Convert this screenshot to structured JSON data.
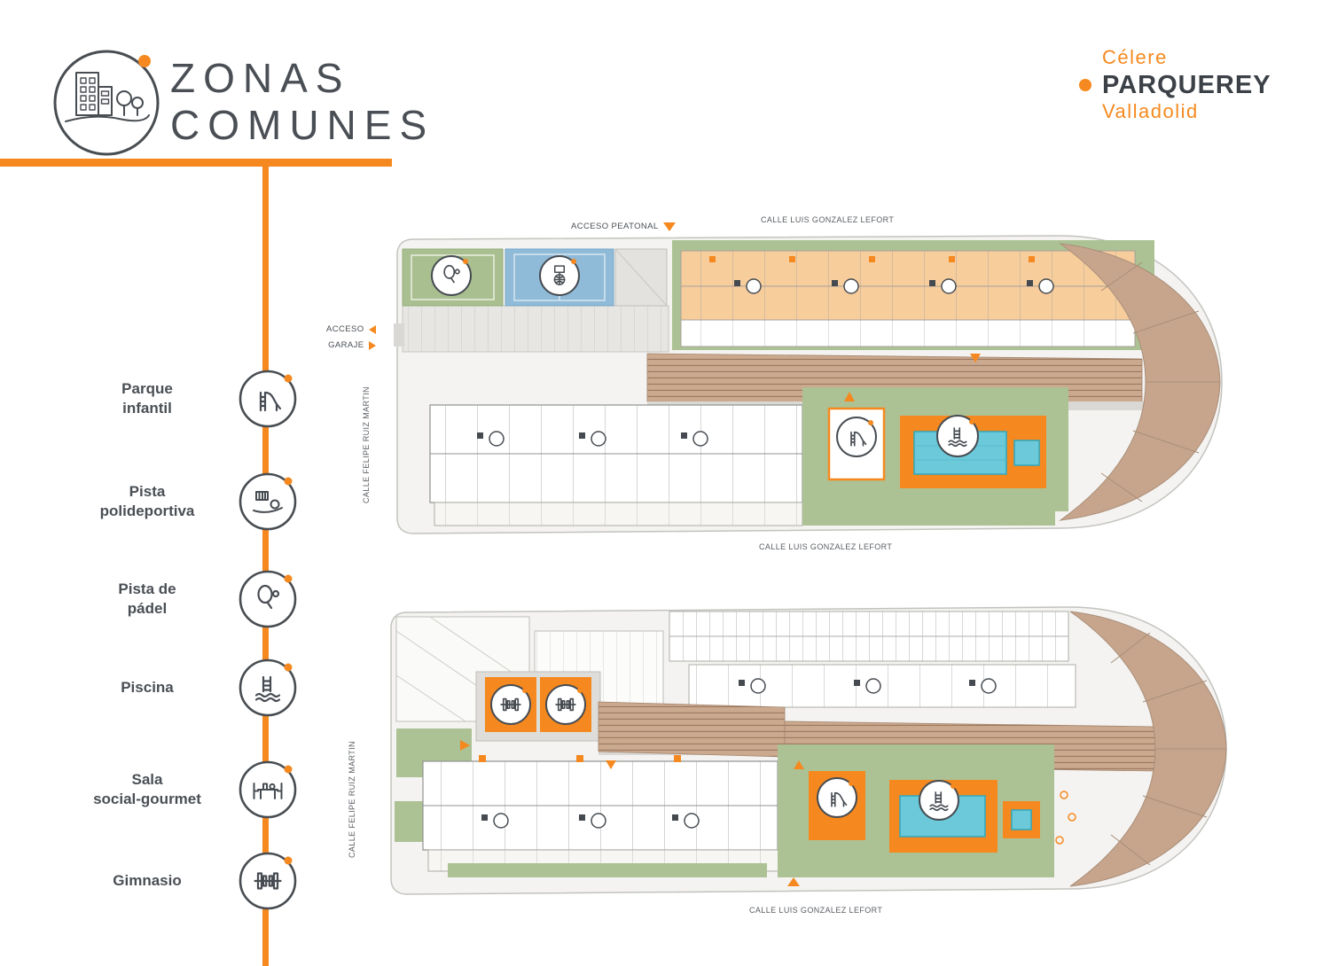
{
  "header": {
    "title_line1": "ZONAS",
    "title_line2": "COMUNES"
  },
  "brand": {
    "pre": "Célere",
    "name": "PARQUEREY",
    "city": "Valladolid"
  },
  "legend": {
    "items": [
      {
        "line1": "Parque",
        "line2": "infantil",
        "icon": "slide-icon"
      },
      {
        "line1": "Pista",
        "line2": "polideportiva",
        "icon": "sports-court-icon"
      },
      {
        "line1": "Pista de",
        "line2": "pádel",
        "icon": "padel-racket-icon"
      },
      {
        "line1": "Piscina",
        "line2": "",
        "icon": "pool-ladder-icon"
      },
      {
        "line1": "Sala",
        "line2": "social-gourmet",
        "icon": "social-room-icon"
      },
      {
        "line1": "Gimnasio",
        "line2": "",
        "icon": "dumbbell-icon"
      }
    ]
  },
  "plan_top": {
    "labels": {
      "acceso_peatonal": "ACCESO PEATONAL",
      "calle_luis_top": "CALLE LUIS GONZALEZ LEFORT",
      "acceso": "ACCESO",
      "garaje": "GARAJE",
      "calle_felipe": "CALLE FELIPE RUIZ MARTIN",
      "calle_luis_bottom": "CALLE LUIS GONZALEZ LEFORT"
    },
    "icons": [
      "padel-racket-icon",
      "basketball-icon",
      "slide-icon",
      "pool-ladder-icon"
    ]
  },
  "plan_bottom": {
    "labels": {
      "calle_felipe": "CALLE FELIPE RUIZ MARTIN",
      "calle_luis_bottom": "CALLE LUIS GONZALEZ LEFORT"
    },
    "icons": [
      "dumbbell-icon",
      "dumbbell-icon",
      "slide-icon",
      "pool-ladder-icon"
    ]
  },
  "colors": {
    "accent": "#F5891F",
    "dark_text": "#484D52",
    "green": "#ACC294",
    "court_blue": "#8FBBD8",
    "pool_blue": "#6BC9D9",
    "terrace_brown": "#C9A88F",
    "building_orange": "#F8CD9C"
  }
}
